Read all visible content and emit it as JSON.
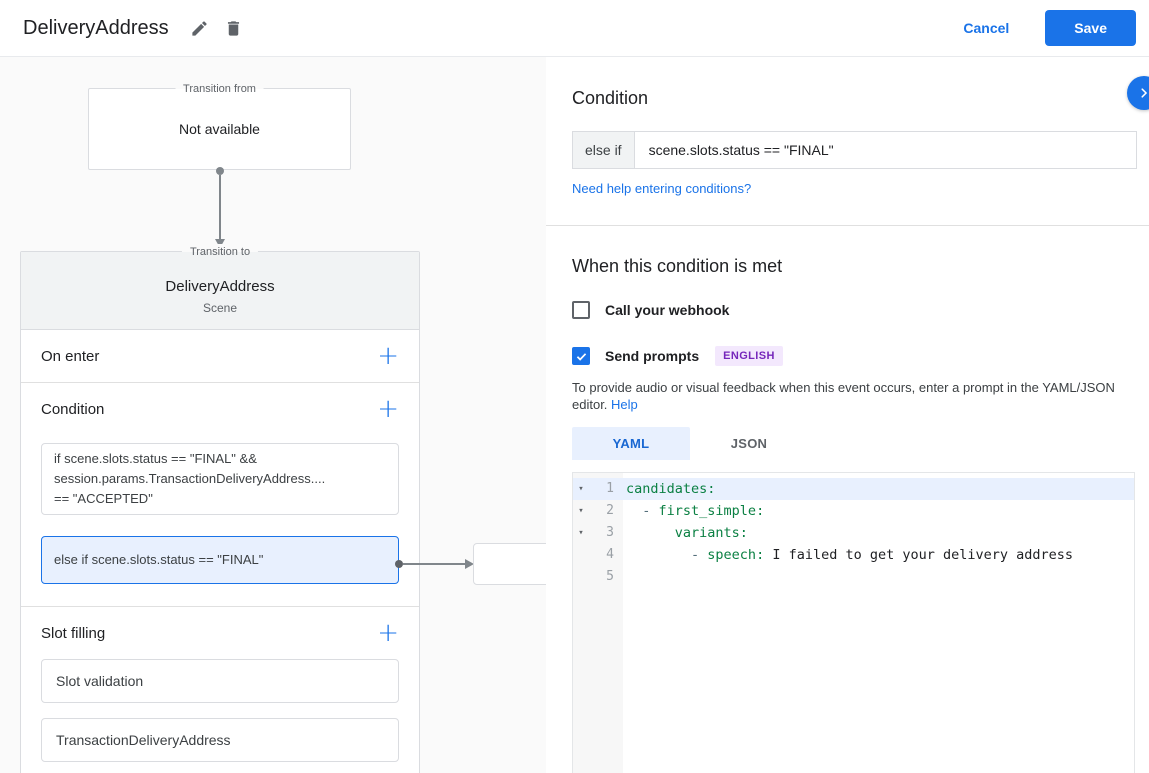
{
  "header": {
    "title": "DeliveryAddress",
    "cancel_label": "Cancel",
    "save_label": "Save"
  },
  "icons": {
    "plus": "+",
    "fold": "▾"
  },
  "colors": {
    "accent": "#1a73e8",
    "selected_condition_bg": "#e8f0fe",
    "tab_active_bg": "#e8f0fe",
    "tab_active_text": "#1967d2",
    "badge_bg": "#f3e8fd",
    "badge_text": "#7627bb",
    "yaml_key": "#0b8043"
  },
  "canvas": {
    "transition_from": {
      "legend": "Transition from",
      "content": "Not available"
    },
    "scene_card": {
      "legend": "Transition to",
      "title": "DeliveryAddress",
      "subtitle": "Scene",
      "on_enter_label": "On enter",
      "condition_label": "Condition",
      "slot_filling_label": "Slot filling",
      "conditions": [
        {
          "text": "if scene.slots.status == \"FINAL\" &&\nsession.params.TransactionDeliveryAddress....\n== \"ACCEPTED\"",
          "selected": false
        },
        {
          "text": "else if scene.slots.status == \"FINAL\"",
          "selected": true
        }
      ],
      "slots": [
        "Slot validation",
        "TransactionDeliveryAddress"
      ]
    }
  },
  "panel": {
    "title": "Condition",
    "condition_row": {
      "prefix": "else if",
      "value": "scene.slots.status == \"FINAL\""
    },
    "help_link": "Need help entering conditions?",
    "when_met_title": "When this condition is met",
    "webhook_label": "Call your webhook",
    "prompts_label": "Send prompts",
    "language_badge": "ENGLISH",
    "description": "To provide audio or visual feedback when this event occurs, enter a prompt in the YAML/JSON editor.",
    "help_label": "Help",
    "tabs": [
      {
        "label": "YAML",
        "active": true
      },
      {
        "label": "JSON",
        "active": false
      }
    ],
    "editor": {
      "lines": [
        {
          "num": 1,
          "fold": true,
          "highlight": true,
          "segments": [
            [
              "key",
              "candidates:"
            ]
          ]
        },
        {
          "num": 2,
          "fold": true,
          "highlight": false,
          "segments": [
            [
              "val",
              "  "
            ],
            [
              "dash",
              "- "
            ],
            [
              "key",
              "first_simple:"
            ]
          ]
        },
        {
          "num": 3,
          "fold": true,
          "highlight": false,
          "segments": [
            [
              "val",
              "      "
            ],
            [
              "key",
              "variants:"
            ]
          ]
        },
        {
          "num": 4,
          "fold": false,
          "highlight": false,
          "segments": [
            [
              "val",
              "        "
            ],
            [
              "dash",
              "- "
            ],
            [
              "key",
              "speech:"
            ],
            [
              "val",
              " I failed to get your delivery address"
            ]
          ]
        },
        {
          "num": 5,
          "fold": false,
          "highlight": false,
          "segments": []
        }
      ]
    }
  }
}
